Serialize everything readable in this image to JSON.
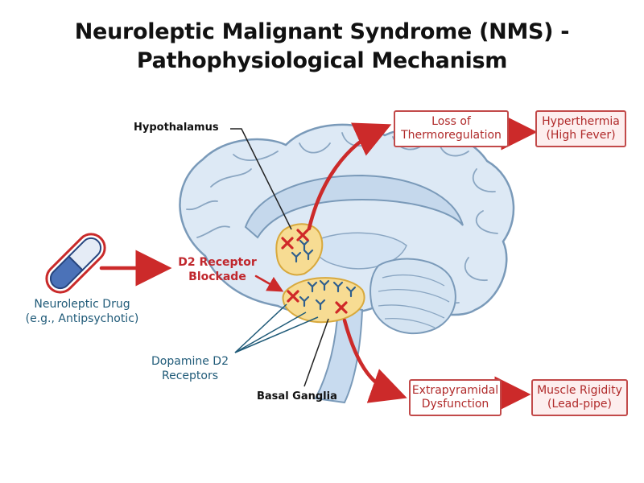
{
  "title": {
    "line1": "Neuroleptic Malignant Syndrome (NMS) -",
    "line2": "Pathophysiological Mechanism"
  },
  "labels": {
    "hypothalamus": "Hypothalamus",
    "basal_ganglia": "Basal Ganglia",
    "d2_blockade_line1": "D2 Receptor",
    "d2_blockade_line2": "Blockade",
    "drug_line1": "Neuroleptic Drug",
    "drug_line2": "(e.g., Antipsychotic)",
    "receptors_line1": "Dopamine D2",
    "receptors_line2": "Receptors"
  },
  "boxes": {
    "loss_line1": "Loss of",
    "loss_line2": "Thermoregulation",
    "hyper_line1": "Hyperthermia",
    "hyper_line2": "(High Fever)",
    "extra_line1": "Extrapyramidal",
    "extra_line2": "Dysfunction",
    "rigid_line1": "Muscle Rigidity",
    "rigid_line2": "(Lead-pipe)"
  },
  "colors": {
    "arrow_red": "#cc2a2a",
    "brain_fill": "#dde9f5",
    "brain_stroke": "#7a9ab9",
    "nucleus_fill": "#f7dc93",
    "receptor_blue": "#2f5f8e",
    "label_teal": "#1f5a78"
  },
  "icons": [
    "pill-capsule-icon",
    "receptor-y-icon",
    "blocked-x-icon",
    "brain-sagittal-illustration"
  ]
}
